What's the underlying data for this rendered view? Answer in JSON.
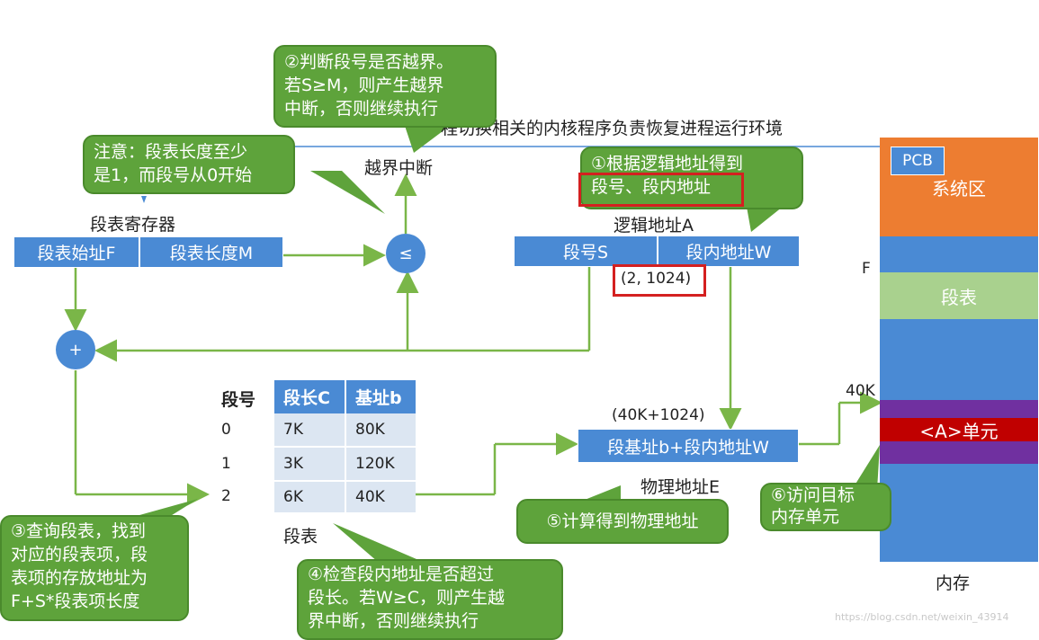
{
  "top_caption": "程切换相关的内核程序负责恢复进程运行环境",
  "overflow_interrupt": "越界中断",
  "segment_register": {
    "title": "段表寄存器",
    "start_label": "段表始址F",
    "length_label": "段表长度M"
  },
  "compare_symbol": "≤",
  "add_symbol": "+",
  "logical_address": {
    "title": "逻辑地址A",
    "segment_label": "段号S",
    "offset_label": "段内地址W",
    "example": "(2, 1024)"
  },
  "physical_address": {
    "title": "物理地址E",
    "formula": "段基址b+段内地址W",
    "example": "(40K+1024)"
  },
  "segment_table": {
    "caption": "段表",
    "headers": [
      "段号",
      "段长C",
      "基址b"
    ],
    "rows": [
      {
        "num": "0",
        "length": "7K",
        "base": "80K"
      },
      {
        "num": "1",
        "length": "3K",
        "base": "120K"
      },
      {
        "num": "2",
        "length": "6K",
        "base": "40K"
      }
    ]
  },
  "memory": {
    "caption": "内存",
    "pcb": "PCB",
    "system_area": "系统区",
    "segment_table": "段表",
    "unit": "<A>单元",
    "label_f": "F",
    "label_40k": "40K"
  },
  "callouts": {
    "c1_line1": "①根据逻辑地址得到",
    "c1_line2": "段号、段内地址",
    "c2_line1": "②判断段号是否越界。",
    "c2_line2": "若S≥M，则产生越界",
    "c2_line3": "中断，否则继续执行",
    "c3_line1": "③查询段表，找到",
    "c3_line2": "对应的段表项，段",
    "c3_line3": "表项的存放地址为",
    "c3_line4": "F+S*段表项长度",
    "c4_line1": "④检查段内地址是否超过",
    "c4_line2": "段长。若W≥C，则产生越",
    "c4_line3": "界中断，否则继续执行",
    "c5": "⑤计算得到物理地址",
    "c6_line1": "⑥访问目标",
    "c6_line2": "内存单元",
    "note_line1": "注意：段表长度至少",
    "note_line2": "是1，而段号从0开始"
  },
  "watermark": "https://blog.csdn.net/weixin_43914"
}
